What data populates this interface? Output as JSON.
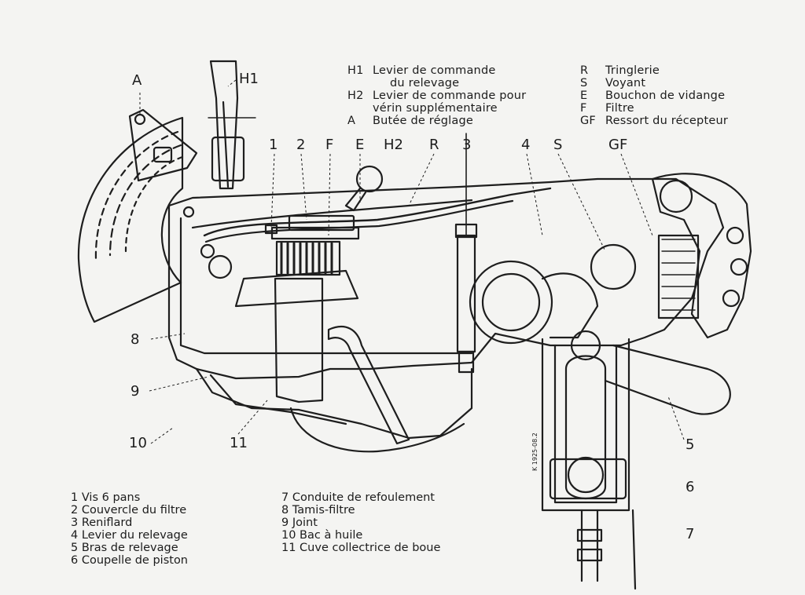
{
  "top_legend_left": [
    {
      "code": "H1",
      "text": "Levier de commande"
    },
    {
      "code": "",
      "text": "du relevage"
    },
    {
      "code": "H2",
      "text": "Levier de commande pour"
    },
    {
      "code": "",
      "text": "vérin supplémentaire"
    },
    {
      "code": "A",
      "text": "Butée de réglage"
    }
  ],
  "top_legend_right": [
    {
      "code": "R",
      "text": "Tringlerie"
    },
    {
      "code": "S",
      "text": "Voyant"
    },
    {
      "code": "E",
      "text": "Bouchon de vidange"
    },
    {
      "code": "F",
      "text": "Filtre"
    },
    {
      "code": "GF",
      "text": "Ressort du récepteur"
    }
  ],
  "callouts": {
    "A": "A",
    "H1": "H1",
    "n1": "1",
    "n2": "2",
    "F": "F",
    "E": "E",
    "H2": "H2",
    "R": "R",
    "n3": "3",
    "n4": "4",
    "S": "S",
    "GF": "GF",
    "n8": "8",
    "n9": "9",
    "n10": "10",
    "n11": "11",
    "n5": "5",
    "n6": "6",
    "n7": "7"
  },
  "bottom_legend_left": [
    "1 Vis 6 pans",
    "2 Couvercle du filtre",
    "3 Reniflard",
    "4 Levier du relevage",
    "5 Bras de relevage",
    "6 Coupelle de piston"
  ],
  "bottom_legend_right": [
    "7 Conduite de refoulement",
    "8 Tamis-filtre",
    "9 Joint",
    "10 Bac à huile",
    "11 Cuve collectrice de boue"
  ],
  "figure_ref": "K 1925-08.2"
}
